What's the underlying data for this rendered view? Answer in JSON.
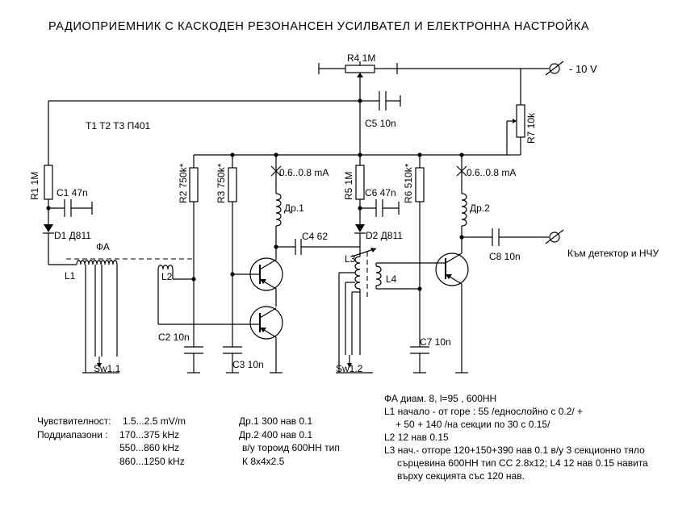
{
  "title": "РАДИОПРИЕМНИК С КАСКОДЕН РЕЗОНАНСЕН УСИЛВАТЕЛ И ЕЛЕКТРОННА НАСТРОЙКА",
  "transistors": "T1  T2 T3 П401",
  "supply": "- 10 V",
  "output": "Към детектор и НЧУ",
  "components": {
    "r1": "R1 1M",
    "r2": "R2 750k*",
    "r3": "R3 750k*",
    "r4": "R4 1M",
    "r5": "R5 1M",
    "r6": "R6 510k*",
    "r7": "R7 10k",
    "c1": "C1 47n",
    "c2": "C2 10n",
    "c3": "C3 10n",
    "c4": "C4 62",
    "c5": "C5 10n",
    "c6": "C6 47n",
    "c7": "C7 10n",
    "c8": "C8 10n",
    "d1": "D1 Д811",
    "d2": "D2 Д811",
    "dr1": "Др.1",
    "dr2": "Др.2",
    "l1": "L1",
    "l2": "L2",
    "l3": "L3",
    "l4": "L4",
    "fa": "ФА",
    "sw1_1": "Sw1.1",
    "sw1_2": "Sw1.2",
    "current1": "0.6..0.8 mA",
    "current2": "0.6..0.8 mA"
  },
  "specs": {
    "sens_label": "Чувствителност:",
    "sens_value": "1.5...2.5 mV/m",
    "ranges_label": "Поддиапазони :",
    "ranges": [
      "170...375 kHz",
      "550...860 kHz",
      "860...1250 kHz"
    ]
  },
  "chokes": [
    "Др.1   300 нав  0.1",
    "Др.2   400 нав  0.1",
    "в/у тороид 600НН тип",
    "К 8х4х2.5"
  ],
  "coils": [
    "ФА   диам. 8, l=95  ,  600НН",
    "L1 начало - от горе : 55 /еднослойно с 0.2/ +",
    "+ 50 + 140 /на секции по 30 с 0.15/",
    "L2 12 нав 0.15",
    "L3 нач.- отгоре 120+150+390 нав 0.1 в/у 3 секционно тяло",
    "сърцевина 600НН тип СС 2.8х12;   L4 12 нав 0.15 навита",
    "върху секцията със 120 нав."
  ]
}
